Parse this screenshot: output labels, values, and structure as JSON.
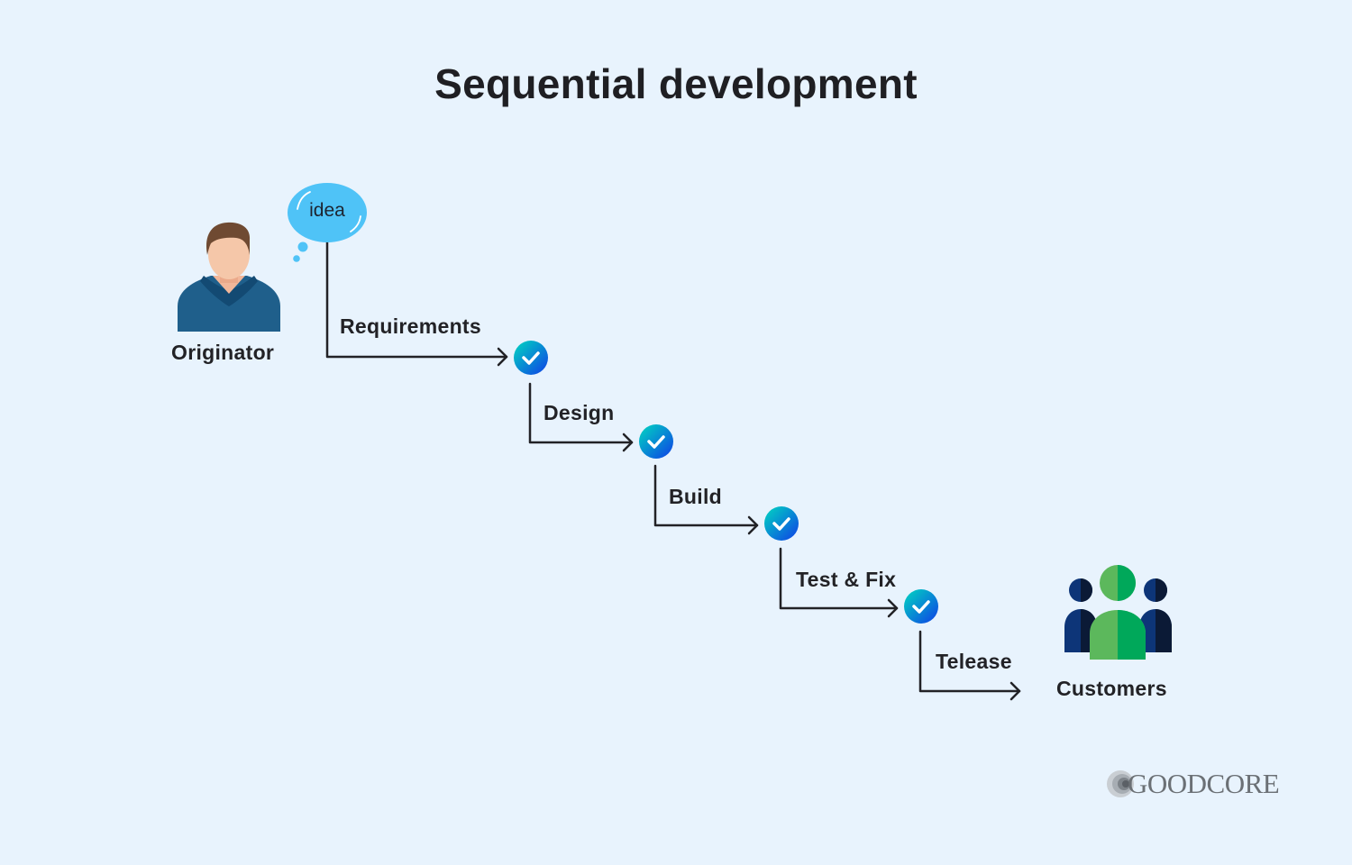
{
  "title": "Sequential development",
  "originator": {
    "label": "Originator",
    "thought": "idea"
  },
  "steps": [
    {
      "label": "Requirements",
      "status": "completed"
    },
    {
      "label": "Design",
      "status": "completed"
    },
    {
      "label": "Build",
      "status": "completed"
    },
    {
      "label": "Test & Fix",
      "status": "completed"
    },
    {
      "label": "Telease",
      "status": "arrow-to-customers"
    }
  ],
  "customers": {
    "label": "Customers"
  },
  "logo": {
    "text": "GOODCORE"
  },
  "colors": {
    "background": "#e8f3fd",
    "text": "#222226",
    "bubble": "#4fc3f7",
    "check_gradient_start": "#00d2c0",
    "check_gradient_end": "#1146e0",
    "person_shirt": "#1f5f8b",
    "customers_green": "#4caf50",
    "customers_navy": "#0d2a5e"
  }
}
